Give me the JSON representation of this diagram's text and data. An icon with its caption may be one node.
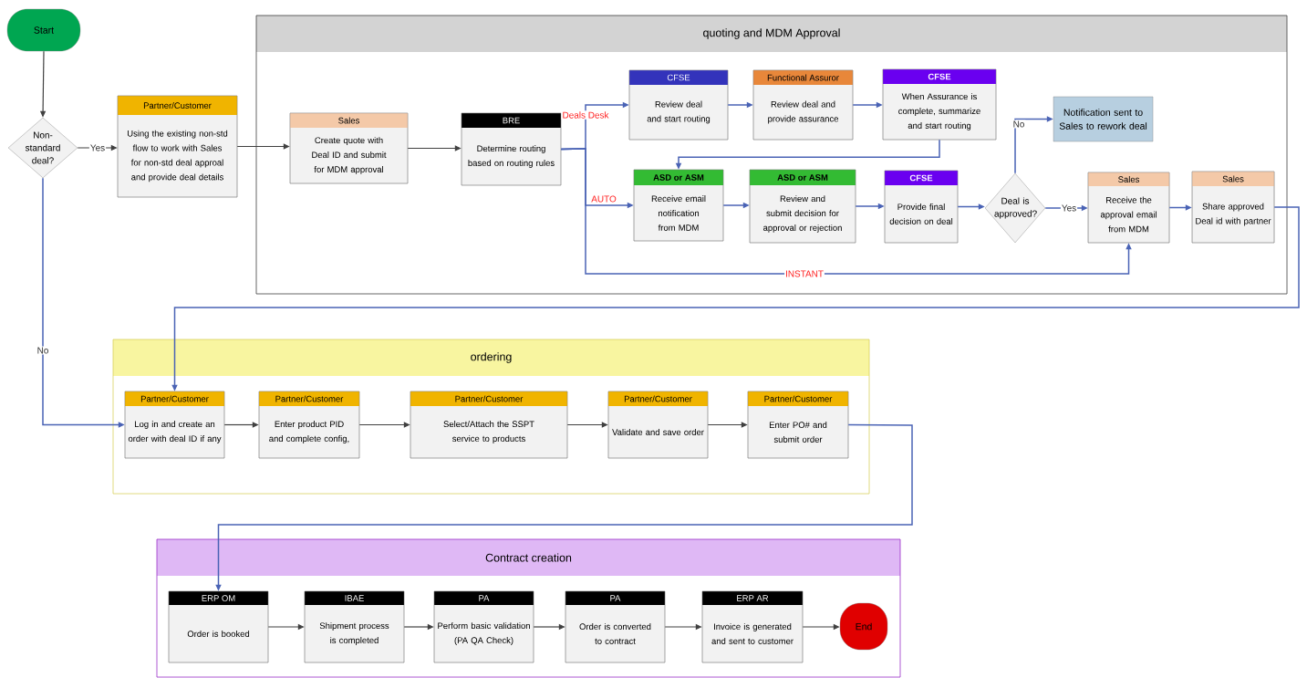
{
  "diagram": {
    "nodes": [
      {
        "text": [
          "Start"
        ]
      },
      {
        "text": [
          "Non-standard deal?"
        ]
      },
      {
        "text": [
          "Partner/Customer",
          "Using the existing non-std flow to work with Sales for non-std deal approal and provide deal details"
        ]
      },
      {
        "text": [
          "quoting and MDM Approval"
        ]
      },
      {
        "text": [
          "Sales",
          "Create quote with Deal ID and submit for MDM approval"
        ],
        "in": 3
      },
      {
        "text": [
          "BRE",
          "Determine routing based on routing rules"
        ],
        "in": 3
      },
      {
        "text": [
          "CFSE",
          "Review deal and start routing"
        ],
        "in": 3
      },
      {
        "text": [
          "Functional Assuror",
          "Review deal and provide assurance"
        ],
        "in": 3
      },
      {
        "text": [
          "CFSE",
          "When Assurance is complete, summarize and start routing"
        ],
        "in": 3
      },
      {
        "text": [
          "Notification sent to Sales to rework deal"
        ],
        "in": 3
      },
      {
        "text": [
          "ASD or ASM",
          "Receive email notification from MDM"
        ],
        "in": 3
      },
      {
        "text": [
          "ASD or ASM",
          "Review and submit decision for approval or rejection"
        ],
        "in": 3
      },
      {
        "text": [
          "CFSE",
          "Provide final decision on deal"
        ],
        "in": 3
      },
      {
        "text": [
          "Deal is approved?"
        ],
        "in": 3
      },
      {
        "text": [
          "Sales",
          "Receive the approval email from MDM"
        ],
        "in": 3
      },
      {
        "text": [
          "Sales",
          "Share approved Deal id with partner"
        ],
        "in": 3
      },
      {
        "text": [
          "ordering"
        ]
      },
      {
        "text": [
          "Partner/Customer",
          "Log in and create an order with deal ID if any"
        ],
        "in": 16
      },
      {
        "text": [
          "Partner/Customer",
          "Enter product PID and complete config,"
        ],
        "in": 16
      },
      {
        "text": [
          "Partner/Customer",
          "Select/Attach the SSPT service to products"
        ],
        "in": 16
      },
      {
        "text": [
          "Partner/Customer",
          "Validate and save order"
        ],
        "in": 16
      },
      {
        "text": [
          "Partner/Customer",
          "Enter PO# and submit order"
        ],
        "in": 16
      },
      {
        "text": [
          "Contract creation"
        ]
      },
      {
        "text": [
          "ERP OM",
          "Order is booked"
        ],
        "in": 22
      },
      {
        "text": [
          "IBAE",
          "Shipment process is completed"
        ],
        "in": 22
      },
      {
        "text": [
          "PA",
          "Perform basic validation (PA QA Check)"
        ],
        "in": 22
      },
      {
        "text": [
          "PA",
          "Order is converted to contract"
        ],
        "in": 22
      },
      {
        "text": [
          "ERP AR",
          "Invoice is generated and sent to customer"
        ],
        "in": 22
      },
      {
        "text": [
          "End"
        ],
        "in": 22
      }
    ],
    "edges": [
      {
        "from": 0,
        "to": 1,
        "arrow": "to",
        "color": "#404040"
      },
      {
        "from": 1,
        "to": 2,
        "arrow": "to",
        "label": "Yes",
        "color": "#404040"
      },
      {
        "from": 1,
        "to": 17,
        "arrow": "to",
        "label": "No"
      },
      {
        "from": 2,
        "to": 4,
        "arrow": "to",
        "color": "#404040"
      },
      {
        "from": 4,
        "to": 5,
        "arrow": "to",
        "color": "#404040"
      },
      {
        "from": 5,
        "to": 6,
        "arrow": "to",
        "label": "Deals Desk"
      },
      {
        "from": 5,
        "to": 10,
        "arrow": "to",
        "label": "AUTO"
      },
      {
        "from": 5,
        "to": 14,
        "arrow": "to",
        "label": "INSTANT"
      },
      {
        "from": 6,
        "to": 7,
        "arrow": "to"
      },
      {
        "from": 7,
        "to": 8,
        "arrow": "to"
      },
      {
        "from": 8,
        "to": 10,
        "arrow": "to"
      },
      {
        "from": 10,
        "to": 11,
        "arrow": "to"
      },
      {
        "from": 11,
        "to": 12,
        "arrow": "to"
      },
      {
        "from": 12,
        "to": 13,
        "arrow": "to"
      },
      {
        "from": 13,
        "to": 9,
        "arrow": "to",
        "label": "No"
      },
      {
        "from": 13,
        "to": 14,
        "arrow": "to",
        "label": "Yes"
      },
      {
        "from": 14,
        "to": 15,
        "arrow": "to"
      },
      {
        "from": 15,
        "to": 17,
        "arrow": "to"
      },
      {
        "from": 17,
        "to": 18,
        "arrow": "to",
        "color": "#404040"
      },
      {
        "from": 18,
        "to": 19,
        "arrow": "to",
        "color": "#404040"
      },
      {
        "from": 19,
        "to": 20,
        "arrow": "to",
        "color": "#404040"
      },
      {
        "from": 20,
        "to": 21,
        "arrow": "to",
        "color": "#404040"
      },
      {
        "from": 21,
        "to": 23,
        "arrow": "to"
      },
      {
        "from": 23,
        "to": 24,
        "arrow": "to",
        "color": "#404040"
      },
      {
        "from": 24,
        "to": 25,
        "arrow": "to",
        "color": "#404040"
      },
      {
        "from": 25,
        "to": 26,
        "arrow": "to",
        "color": "#404040"
      },
      {
        "from": 26,
        "to": 27,
        "arrow": "to",
        "color": "#404040"
      },
      {
        "from": 27,
        "to": 28,
        "arrow": "to",
        "color": "#404040"
      }
    ]
  }
}
